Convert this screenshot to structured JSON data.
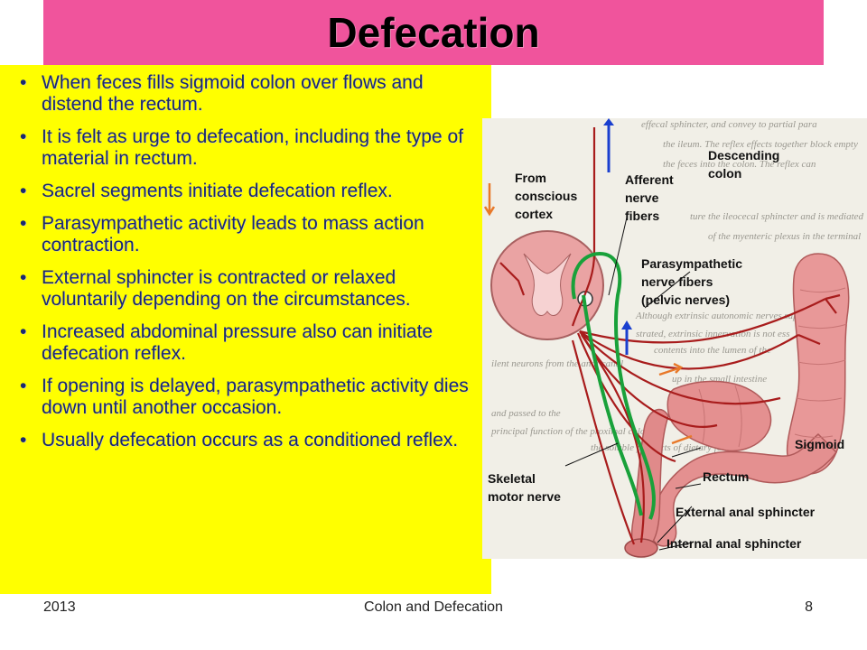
{
  "slide": {
    "title": "Defecation",
    "bullet_symbol": "•",
    "bullets": [
      "When feces fills sigmoid colon over flows and distend the rectum.",
      "It is felt as urge to defecation, including the type of material in rectum.",
      "Sacrel segments initiate defecation reflex.",
      "Parasympathetic activity leads to mass action contraction.",
      "External sphincter is contracted or relaxed voluntarily depending on the circumstances.",
      "Increased abdominal pressure also can initiate defecation reflex.",
      "If opening is delayed, parasympathetic activity dies down until another occasion.",
      "Usually defecation occurs as a conditioned reflex."
    ]
  },
  "figure": {
    "labels": {
      "from_cortex": [
        "From",
        "conscious",
        "cortex"
      ],
      "afferent": [
        "Afferent",
        "nerve",
        "fibers"
      ],
      "descending_colon": [
        "Descending",
        "colon"
      ],
      "parasympathetic": [
        "Parasympathetic",
        "nerve fibers",
        "(pelvic nerves)"
      ],
      "sigmoid": "Sigmoid",
      "rectum": "Rectum",
      "skeletal_motor": [
        "Skeletal",
        "motor nerve"
      ],
      "external_sphincter": "External anal sphincter",
      "internal_sphincter": "Internal anal sphincter"
    },
    "background_text": [
      "effecal sphincter, and convey to partial para",
      "the ileum. The reflex effects together block empty",
      "the feces into the colon. The reflex can",
      "ture the ileocecal sphincter and is mediated",
      "of the myenteric plexus in the terminal",
      "Although extrinsic autonomic nerves suppl",
      "strated, extrinsic innervation is not ess",
      "contents into the lumen of the",
      "ilent neurons from the anal canal",
      "up in the small intestine",
      "and passed to the",
      "principal function of the proximal colon",
      "the soluble products of dietary formi"
    ],
    "colors": {
      "colon": "#e89898",
      "nerve": "#a81c1c",
      "green_nerve": "#19a13a",
      "blue_arrow": "#1a3fcf",
      "orange_arrow": "#e8792a"
    }
  },
  "footer": {
    "year": "2013",
    "center": "Colon and Defecation",
    "page": "8"
  }
}
